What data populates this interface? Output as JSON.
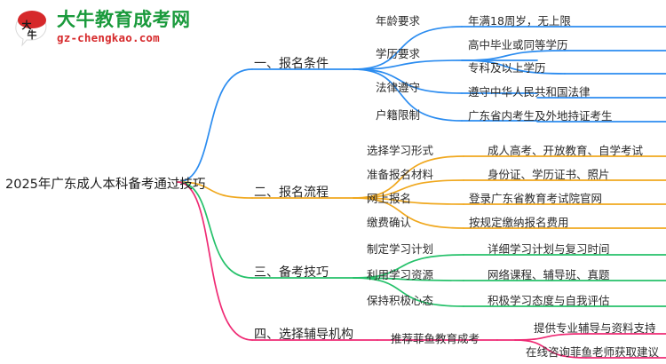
{
  "logo": {
    "mark_icon": "dano-bull-badge-icon",
    "title": "大牛教育成考网",
    "domain": "gz-chengkao.com",
    "title_color": "#1a9a3c",
    "domain_color": "#d6292b"
  },
  "mindmap": {
    "root": {
      "label": "2025年广东成人本科备考通过技巧"
    },
    "colors": {
      "branch1": "#2b8cf0",
      "branch2": "#f0a81e",
      "branch3": "#25c16a",
      "branch4": "#ef2a74"
    },
    "branches": [
      {
        "id": "branch1",
        "label": "一、报名条件",
        "color": "#2b8cf0",
        "children": [
          {
            "label": "年龄要求",
            "leaves": [
              {
                "label": "年满18周岁，无上限"
              }
            ]
          },
          {
            "label": "学历要求",
            "leaves": [
              {
                "label": "高中毕业或同等学历"
              },
              {
                "label": "专科及以上学历"
              }
            ]
          },
          {
            "label": "法律遵守",
            "leaves": [
              {
                "label": "遵守中华人民共和国法律"
              }
            ]
          },
          {
            "label": "户籍限制",
            "leaves": [
              {
                "label": "广东省内考生及外地持证考生"
              }
            ]
          }
        ]
      },
      {
        "id": "branch2",
        "label": "二、报名流程",
        "color": "#f0a81e",
        "children": [
          {
            "label": "选择学习形式",
            "leaves": [
              {
                "label": "成人高考、开放教育、自学考试"
              }
            ]
          },
          {
            "label": "准备报名材料",
            "leaves": [
              {
                "label": "身份证、学历证书、照片"
              }
            ]
          },
          {
            "label": "网上报名",
            "leaves": [
              {
                "label": "登录广东省教育考试院官网"
              }
            ]
          },
          {
            "label": "缴费确认",
            "leaves": [
              {
                "label": "按规定缴纳报名费用"
              }
            ]
          }
        ]
      },
      {
        "id": "branch3",
        "label": "三、备考技巧",
        "color": "#25c16a",
        "children": [
          {
            "label": "制定学习计划",
            "leaves": [
              {
                "label": "详细学习计划与复习时间"
              }
            ]
          },
          {
            "label": "利用学习资源",
            "leaves": [
              {
                "label": "网络课程、辅导班、真题"
              }
            ]
          },
          {
            "label": "保持积极心态",
            "leaves": [
              {
                "label": "积极学习态度与自我评估"
              }
            ]
          }
        ]
      },
      {
        "id": "branch4",
        "label": "四、选择辅导机构",
        "color": "#ef2a74",
        "children": [
          {
            "label": "推荐菲鱼教育成考",
            "leaves": [
              {
                "label": "提供专业辅导与资料支持"
              },
              {
                "label": "在线咨询菲鱼老师获取建议"
              }
            ]
          }
        ]
      }
    ]
  }
}
